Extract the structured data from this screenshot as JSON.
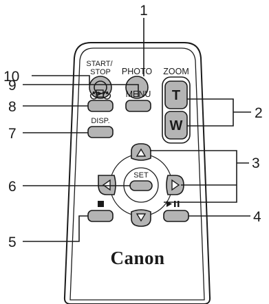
{
  "remote": {
    "brand": "Canon",
    "buttons": {
      "start_stop": "START/\nSTOP",
      "photo": "PHOTO",
      "zoom": "ZOOM",
      "zoom_tele": "T",
      "zoom_wide": "W",
      "menu": "MENU",
      "disp": "DISP.",
      "set": "SET"
    }
  },
  "callouts": [
    "1",
    "2",
    "3",
    "4",
    "5",
    "6",
    "7",
    "8",
    "9",
    "10"
  ],
  "colors": {
    "button_fill": "#b4b4b4",
    "outline": "#1a1a1a",
    "body_fill": "#ffffff"
  }
}
